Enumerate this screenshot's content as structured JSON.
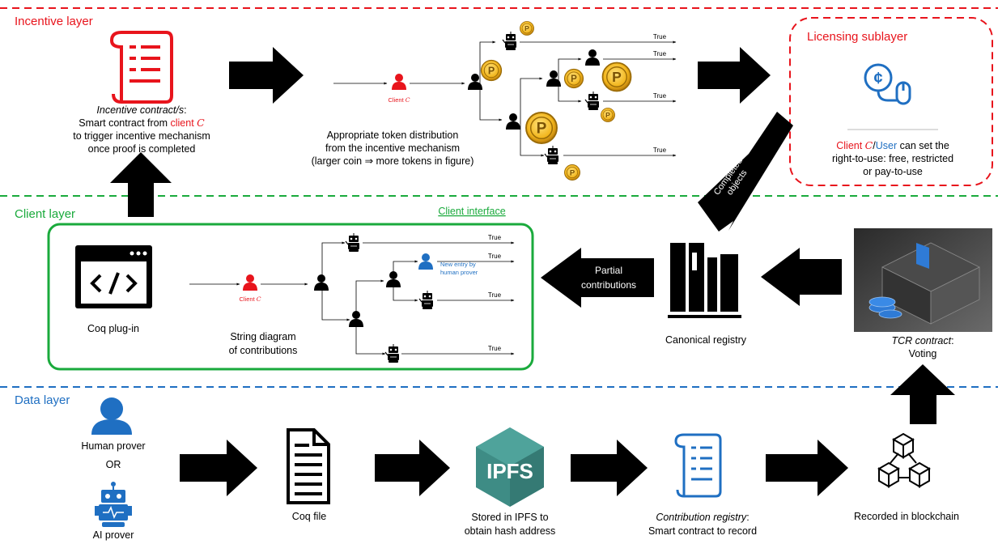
{
  "layers": {
    "incentive": "Incentive layer",
    "client": "Client layer",
    "data": "Data layer",
    "licensing": "Licensing sublayer",
    "client_interface": "Client interface"
  },
  "colors": {
    "incentive": "#e8141c",
    "client": "#1aaa3c",
    "data": "#1f6fc2",
    "client_accent": "#e8141c",
    "user_accent": "#1f6fc2",
    "arrow": "#000000",
    "coin": "#f2b51c"
  },
  "incentive": {
    "contract_title": "Incentive contract/s",
    "contract_title_suffix": ":",
    "contract_line2_a": "Smart contract from ",
    "contract_line2_client": "client ",
    "contract_line2_c": "C",
    "contract_line3": "to trigger incentive mechanism",
    "contract_line4": "once proof is completed",
    "dist_line1": "Appropriate token distribution",
    "dist_line2": "from the incentive mechanism",
    "dist_line3": "(larger coin ⇒ more tokens in figure)",
    "client_label": "Client ",
    "client_var": "C",
    "true_label": "True",
    "coin_letter": "P"
  },
  "licensing": {
    "line1_client": "Client ",
    "line1_c": "C",
    "line1_slash": "/",
    "line1_user": "User",
    "line1_rest": " can set the",
    "line2": "right-to-use: free, restricted",
    "line3": "or pay-to-use",
    "icon": "coin-mouse-icon"
  },
  "client_layer": {
    "coq_plugin": "Coq plug-in",
    "string_diagram_1": "String diagram",
    "string_diagram_2": "of contributions",
    "client_label": "Client ",
    "client_var": "C",
    "new_entry_1": "New entry by",
    "new_entry_2": "human prover",
    "true_label": "True",
    "partial_1": "Partial",
    "partial_2": "contributions",
    "completed_1": "Completed",
    "completed_2": "objects",
    "canonical_registry": "Canonical registry",
    "tcr_title": "TCR contract",
    "tcr_suffix": ":",
    "tcr_line2": "Voting"
  },
  "data_layer": {
    "human_prover": "Human prover",
    "or": "OR",
    "ai_prover": "AI prover",
    "coq_file": "Coq file",
    "ipfs_logo": "IPFS",
    "ipfs_line1": "Stored in IPFS to",
    "ipfs_line2": "obtain hash address",
    "contribution_title": "Contribution registry",
    "contribution_suffix": ":",
    "contribution_line2": "Smart contract to record",
    "blockchain": "Recorded in blockchain"
  }
}
